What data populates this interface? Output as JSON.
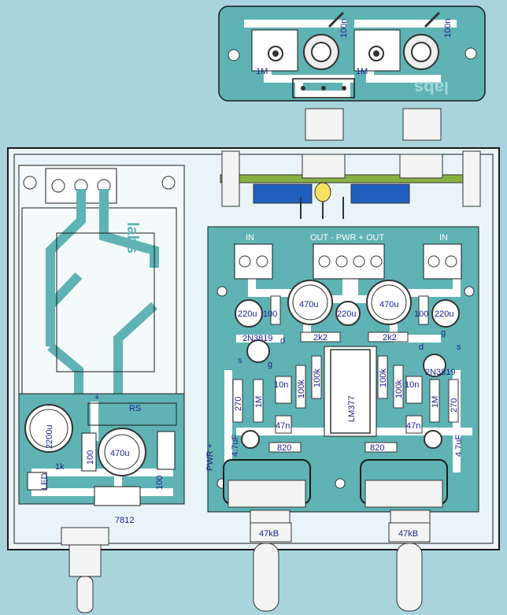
{
  "colors": {
    "background": "#a9d4de",
    "pcb": "#5fb3b4",
    "trace": "#ffffff",
    "enclosure": "#e8f4f7",
    "ink": "#1a1f8f",
    "knob": "#3a5fb0"
  },
  "input_board": {
    "labels": [
      "1M",
      "100n",
      "1M",
      "100n"
    ],
    "logo": "labs"
  },
  "power_supply": {
    "labels": {
      "cap_main": "2200u",
      "cap_small": "470u",
      "rectifier": "RS",
      "res1": "100",
      "res2": "100",
      "led": "LED",
      "r_led": "1k",
      "regulator": "7812",
      "plus": "+"
    },
    "logo": "labs"
  },
  "amp_board": {
    "connectors": {
      "in_left": "IN",
      "center": "OUT - PWR + OUT",
      "in_right": "IN"
    },
    "caps": {
      "c470_left": "470u",
      "c470_right": "470u",
      "c220_center": "220u",
      "c220_left": "220u",
      "c220_right": "220u",
      "c47u_left": "4.7uF",
      "c47u_right": "4.7uF"
    },
    "parts": {
      "j_left": "2N3819",
      "j_right": "2N3819",
      "ic": "LM377",
      "r2k2_left": "2k2",
      "r2k2_right": "2k2",
      "r820_left": "820",
      "r820_right": "820",
      "r100_l": "100",
      "r100_r": "100",
      "r270_l": "270",
      "r270_r": "270",
      "r1m_l": "1M",
      "r1m_r": "1M",
      "c10n_l": "10n",
      "c10n_r": "10n",
      "c47n_l": "47n",
      "c47n_r": "47n",
      "r100k_l": "100k",
      "r100k_r": "100k",
      "r100k2_l": "100k",
      "r100k2_r": "100k"
    },
    "pins": {
      "d_l": "d",
      "s_l": "s",
      "g_l": "g",
      "d_r": "d",
      "s_r": "s",
      "g_r": "g"
    },
    "pwr_side": "PWR +"
  },
  "pots": {
    "left": "47kB",
    "right": "47kB"
  }
}
